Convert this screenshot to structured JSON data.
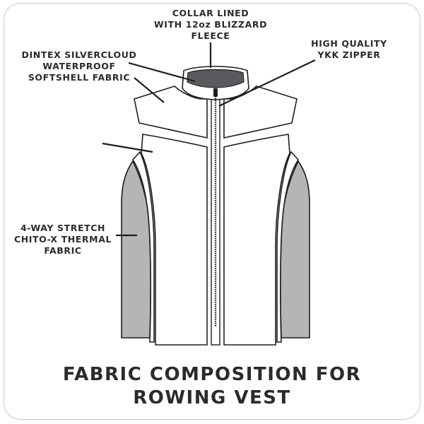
{
  "callouts": {
    "collar": "COLLAR LINED\nWITH 12oz BLIZZARD\nFLEECE",
    "zipper": "HIGH QUALITY\nYKK ZIPPER",
    "softshell": "DINTEX SILVERCLOUD\nWATERPROOF\nSOFTSHELL FABRIC",
    "stretch": "4-WAY STRETCH\nCHITO-X THERMAL\nFABRIC"
  },
  "title": "FABRIC COMPOSITION FOR\nROWING VEST",
  "colors": {
    "outline": "#1e1e1e",
    "collar_lining": "#5a5b5d",
    "side_panel": "#b5b5b5",
    "text": "#2b2b2b",
    "frame_border": "#c9c9c9"
  }
}
